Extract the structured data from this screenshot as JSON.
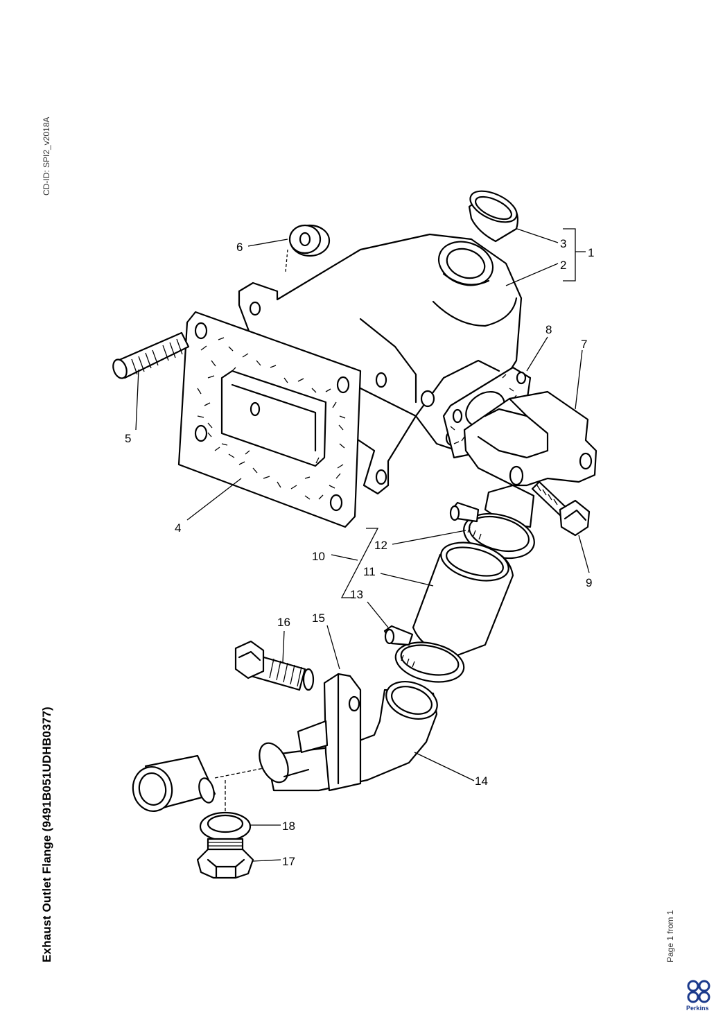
{
  "document": {
    "cd_id": "CD-ID: SPI2_v2018A",
    "title": "Exhaust Outlet Flange (9491B051UDHB0377)",
    "footer": "Page 1 from 1",
    "brand": "Perkins"
  },
  "callouts": [
    "1",
    "2",
    "3",
    "4",
    "5",
    "6",
    "7",
    "8",
    "9",
    "10",
    "11",
    "12",
    "13",
    "14",
    "15",
    "16",
    "17",
    "18"
  ],
  "colors": {
    "ink": "#000000",
    "brand_blue": "#1b3a8c"
  },
  "icons": {
    "logo": "perkins-logo-icon"
  }
}
